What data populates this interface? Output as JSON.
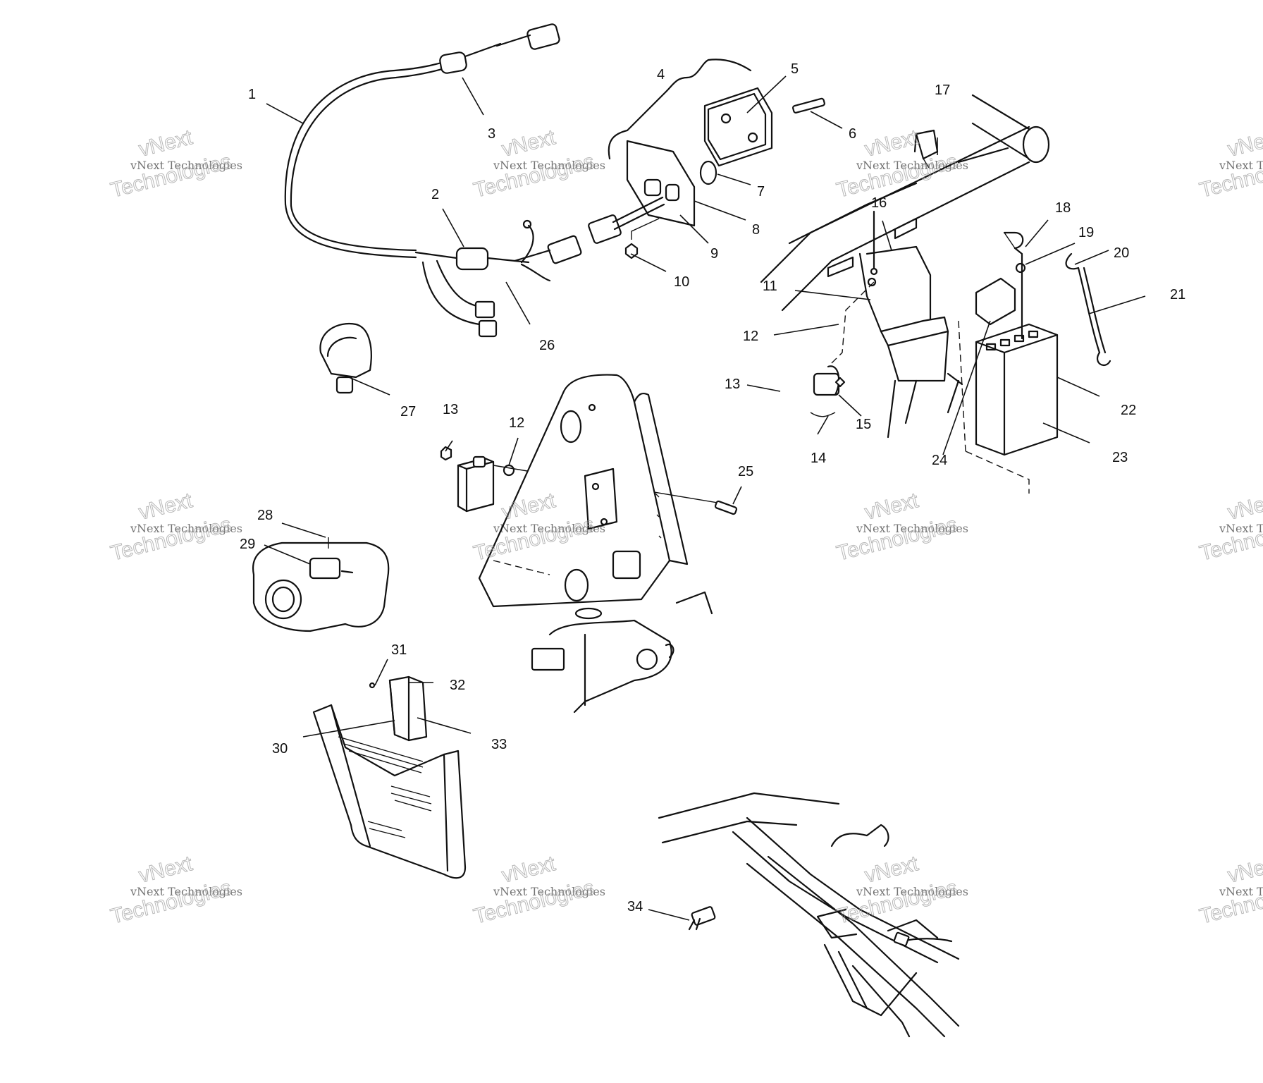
{
  "callouts": [
    {
      "id": "1",
      "label": "1"
    },
    {
      "id": "2",
      "label": "2"
    },
    {
      "id": "3",
      "label": "3"
    },
    {
      "id": "4",
      "label": "4"
    },
    {
      "id": "5",
      "label": "5"
    },
    {
      "id": "6",
      "label": "6"
    },
    {
      "id": "7",
      "label": "7"
    },
    {
      "id": "8",
      "label": "8"
    },
    {
      "id": "9",
      "label": "9"
    },
    {
      "id": "10",
      "label": "10"
    },
    {
      "id": "11",
      "label": "11"
    },
    {
      "id": "12a",
      "label": "12"
    },
    {
      "id": "12b",
      "label": "12"
    },
    {
      "id": "13a",
      "label": "13"
    },
    {
      "id": "13b",
      "label": "13"
    },
    {
      "id": "14",
      "label": "14"
    },
    {
      "id": "15",
      "label": "15"
    },
    {
      "id": "16",
      "label": "16"
    },
    {
      "id": "17",
      "label": "17"
    },
    {
      "id": "18",
      "label": "18"
    },
    {
      "id": "19",
      "label": "19"
    },
    {
      "id": "20",
      "label": "20"
    },
    {
      "id": "21",
      "label": "21"
    },
    {
      "id": "22",
      "label": "22"
    },
    {
      "id": "23",
      "label": "23"
    },
    {
      "id": "24",
      "label": "24"
    },
    {
      "id": "25",
      "label": "25"
    },
    {
      "id": "26",
      "label": "26"
    },
    {
      "id": "27",
      "label": "27"
    },
    {
      "id": "28",
      "label": "28"
    },
    {
      "id": "29",
      "label": "29"
    },
    {
      "id": "30",
      "label": "30"
    },
    {
      "id": "31",
      "label": "31"
    },
    {
      "id": "32",
      "label": "32"
    },
    {
      "id": "33",
      "label": "33"
    },
    {
      "id": "34",
      "label": "34"
    }
  ],
  "watermark": {
    "line1": "vNext Technologies",
    "line2": "vNext",
    "line3": "Technologies"
  }
}
